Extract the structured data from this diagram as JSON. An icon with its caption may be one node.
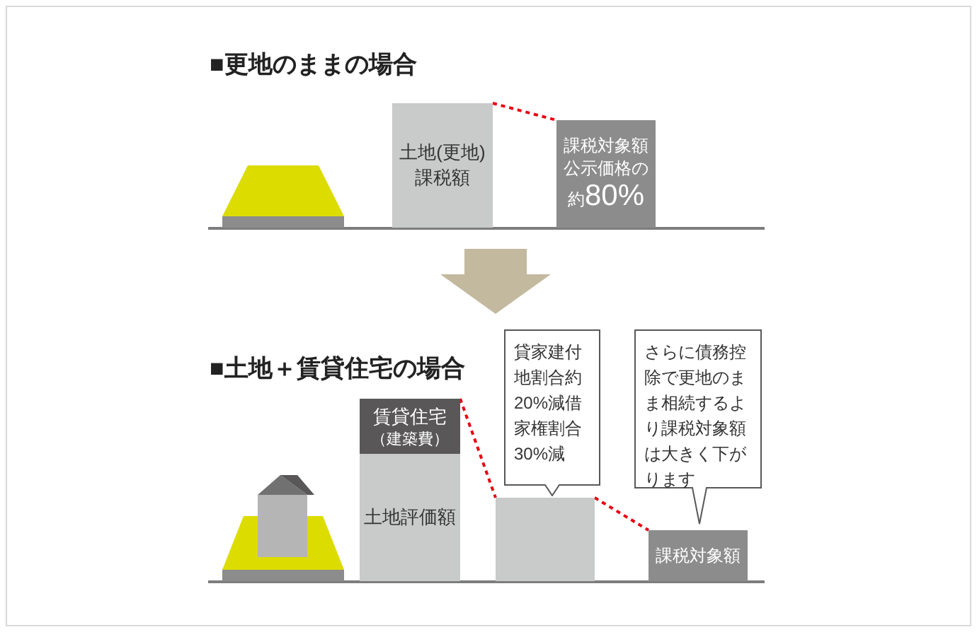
{
  "diagram": {
    "nodes": [
      {
        "text": [
          "■更地のままの場合"
        ]
      },
      {
        "text": [
          "土地(更地)課税額"
        ],
        "in": 0
      },
      {
        "text": [
          "課税対象額公示価格の",
          "約",
          "80%"
        ],
        "in": 0
      },
      {
        "text": [
          "■土地＋賃貸住宅の場合"
        ]
      },
      {
        "text": [
          "賃貸住宅",
          "（建築費）"
        ],
        "in": 3
      },
      {
        "text": [
          "土地評価額"
        ],
        "in": 3
      },
      {
        "text": [],
        "shape": "bar",
        "in": 3
      },
      {
        "text": [
          "貸家建付地割合約20%減借家権割合30%減"
        ],
        "in": 3
      },
      {
        "text": [
          "さらに債務控除で更地のまま相続するより課税対象額は大きく下がります"
        ],
        "in": 3
      },
      {
        "text": [
          "課税対象額"
        ],
        "in": 3
      }
    ],
    "edges": [
      {
        "from": 1,
        "to": 2,
        "arrow": "none",
        "style": "dashed"
      },
      {
        "from": 0,
        "to": 3,
        "arrow": "to",
        "style": "thick",
        "color": "#c3b99f"
      },
      {
        "from": 4,
        "to": 6,
        "arrow": "none",
        "style": "dashed"
      },
      {
        "from": 6,
        "to": 9,
        "arrow": "none",
        "style": "dashed"
      }
    ]
  }
}
